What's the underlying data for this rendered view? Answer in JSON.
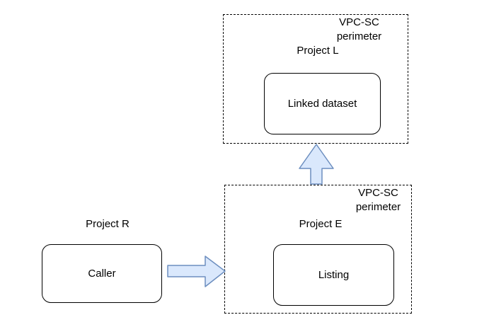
{
  "colors": {
    "background": "#ffffff",
    "text": "#000000",
    "node_border": "#000000",
    "perimeter_border": "#000000",
    "arrow_fill": "#dae8fc",
    "arrow_stroke": "#6c8ebf"
  },
  "perimeters": {
    "linked": {
      "title_line1": "VPC-SC",
      "title_line2": "perimeter",
      "project": "Project L",
      "node": "Linked dataset"
    },
    "listing": {
      "title_line1": "VPC-SC",
      "title_line2": "perimeter",
      "project": "Project E",
      "node": "Listing"
    }
  },
  "caller": {
    "project": "Project R",
    "node": "Caller"
  },
  "icons": {
    "up_arrow": "arrow-up",
    "right_arrow": "arrow-right"
  }
}
